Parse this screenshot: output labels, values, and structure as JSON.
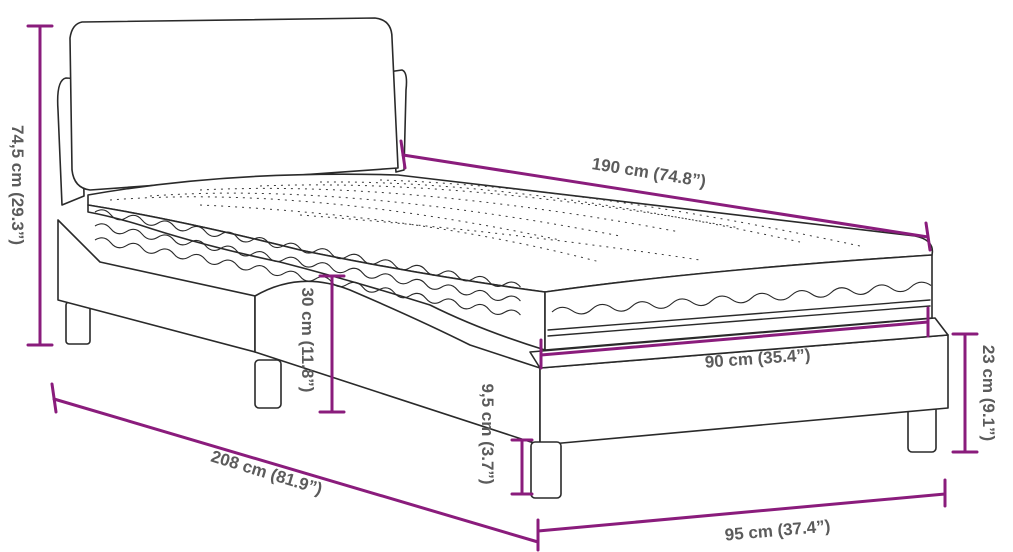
{
  "dimension_color": "#8a1c7c",
  "dimensions": {
    "length": "190 cm (74.8”)",
    "total_length": "208 cm (81.9”)",
    "width": "90 cm (35.4”)",
    "total_width": "95 cm (37.4”)",
    "headboard_height": "74,5 cm (29.3”)",
    "side_height": "30 cm (11.8”)",
    "clearance": "9,5 cm (3.7”)",
    "frame_height": "23 cm (9.1”)"
  }
}
